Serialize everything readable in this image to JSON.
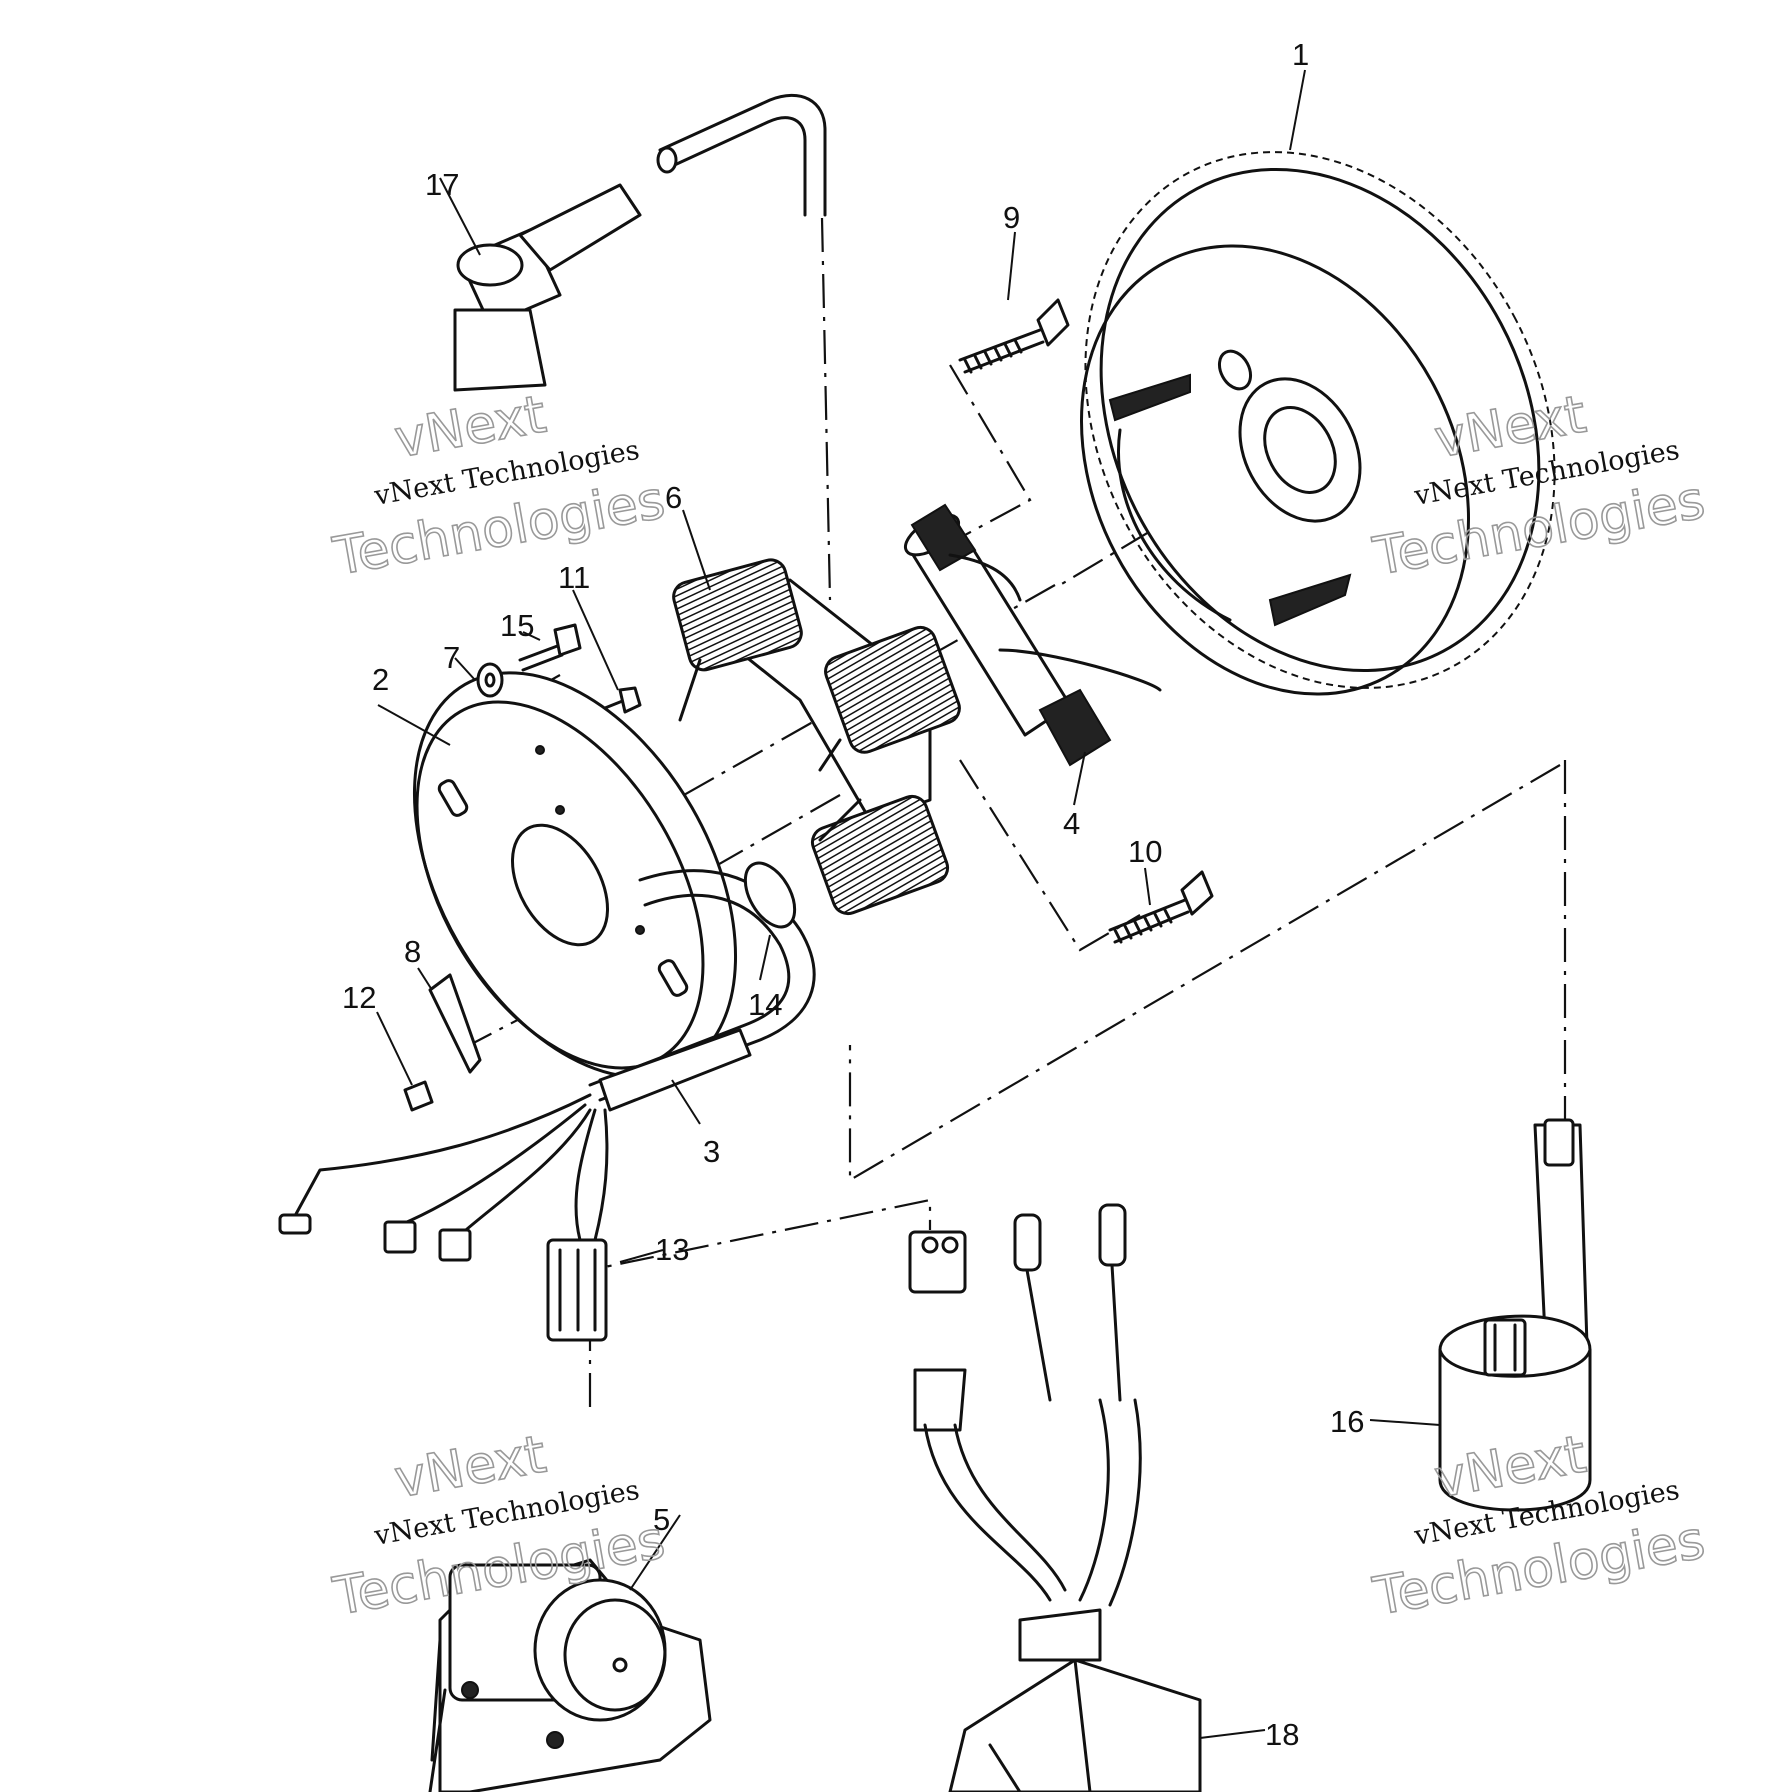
{
  "callouts": [
    {
      "label": "1"
    },
    {
      "label": "2"
    },
    {
      "label": "3"
    },
    {
      "label": "4"
    },
    {
      "label": "5"
    },
    {
      "label": "6"
    },
    {
      "label": "7"
    },
    {
      "label": "8"
    },
    {
      "label": "9"
    },
    {
      "label": "10"
    },
    {
      "label": "11"
    },
    {
      "label": "12"
    },
    {
      "label": "13"
    },
    {
      "label": "14"
    },
    {
      "label": "15"
    },
    {
      "label": "16"
    },
    {
      "label": "17"
    },
    {
      "label": "18"
    }
  ],
  "watermark": {
    "line_small": "vNext Technologies",
    "line_big_1": "vNext",
    "line_big_2": "Technologies"
  }
}
